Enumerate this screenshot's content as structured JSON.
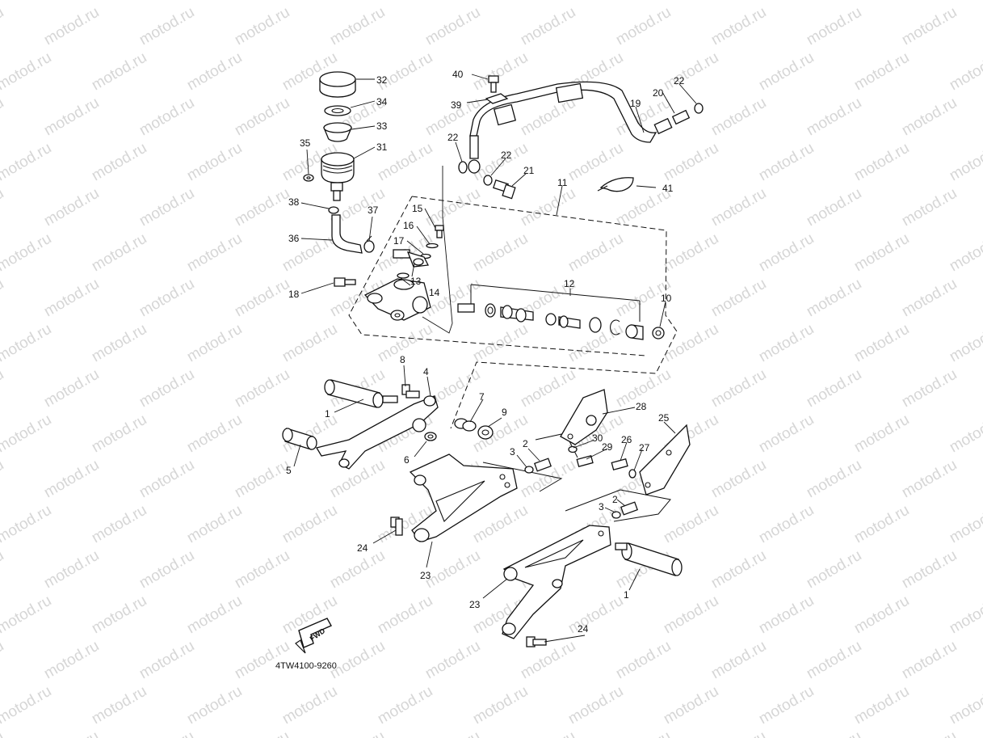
{
  "watermark": "motod.ru",
  "diagram_code": "4TW4100-9260",
  "direction_marker": "FWD",
  "part_labels": {
    "l1a": "1",
    "l1b": "1",
    "l2a": "2",
    "l2b": "2",
    "l3a": "3",
    "l3b": "3",
    "l4": "4",
    "l5": "5",
    "l6": "6",
    "l7": "7",
    "l8": "8",
    "l9": "9",
    "l10": "10",
    "l11": "11",
    "l12": "12",
    "l13": "13",
    "l14": "14",
    "l15": "15",
    "l16": "16",
    "l17": "17",
    "l18": "18",
    "l19": "19",
    "l20": "20",
    "l21": "21",
    "l22a": "22",
    "l22b": "22",
    "l22c": "22",
    "l23a": "23",
    "l23b": "23",
    "l24a": "24",
    "l24b": "24",
    "l25": "25",
    "l26": "26",
    "l27": "27",
    "l28": "28",
    "l29": "29",
    "l30": "30",
    "l31": "31",
    "l32": "32",
    "l33": "33",
    "l34": "34",
    "l35": "35",
    "l36": "36",
    "l37": "37",
    "l38": "38",
    "l39": "39",
    "l40": "40",
    "l41": "41"
  }
}
